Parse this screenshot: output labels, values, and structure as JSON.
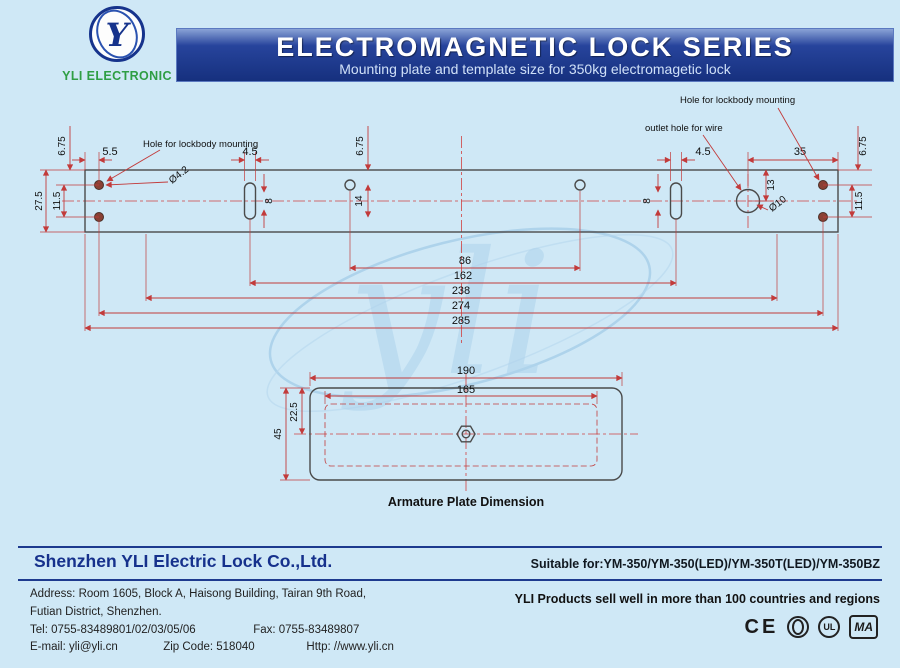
{
  "colors": {
    "bg": "#cfe8f6",
    "banner_navy": "#16307e",
    "dimension_red": "#c23b3b",
    "rule_navy": "#1d3a8e",
    "logo_green": "#2f9e44"
  },
  "header": {
    "logo": {
      "monogram": "Y",
      "company": "YLI ELECTRONIC"
    },
    "banner": {
      "title": "ELECTROMAGNETIC LOCK SERIES",
      "subtitle": "Mounting plate and template size for 350kg electromagetic lock"
    }
  },
  "watermark": "yli",
  "plate_drawing": {
    "labels": {
      "hole_left": "Hole for lockbody mounting",
      "hole_right": "Hole for lockbody mounting",
      "outlet": "outlet hole for wire"
    },
    "dims": {
      "h675_left": "6.75",
      "h675_center": "6.75",
      "h675_right": "6.75",
      "w55": "5.5",
      "h275": "27.5",
      "h115_left": "11.5",
      "h115_right": "11.5",
      "w45_left": "4.5",
      "dia42": "Ø4.2",
      "h8_left": "8",
      "h14": "14",
      "w45_right": "4.5",
      "h13": "13",
      "h8_right": "8",
      "dia10": "Ø10",
      "w35": "35",
      "chain": [
        "86",
        "162",
        "238",
        "274",
        "285"
      ]
    }
  },
  "armature_drawing": {
    "dims": {
      "w190": "190",
      "w165": "165",
      "h225": "22.5",
      "h45": "45"
    },
    "caption": "Armature Plate Dimension"
  },
  "footer": {
    "company": "Shenzhen YLI Electric Lock Co.,Ltd.",
    "suitable": "Suitable for:YM-350/YM-350(LED)/YM-350T(LED)/YM-350BZ",
    "address_line1": "Address: Room 1605, Block A, Haisong Building, Tairan 9th Road,",
    "address_line2": "Futian District, Shenzhen.",
    "tel": "Tel: 0755-83489801/02/03/05/06",
    "fax": "Fax: 0755-83489807",
    "email": "E-mail: yli@yli.cn",
    "zip": "Zip Code: 518040",
    "http": "Http: //www.yli.cn",
    "slogan": "YLI Products sell well in more than 100 countries and regions",
    "certs": [
      {
        "id": "ce-mark",
        "label": "CE"
      },
      {
        "id": "round-mark",
        "label": ""
      },
      {
        "id": "ul-mark",
        "label": "UL"
      },
      {
        "id": "ma-mark",
        "label": "MA"
      }
    ]
  }
}
